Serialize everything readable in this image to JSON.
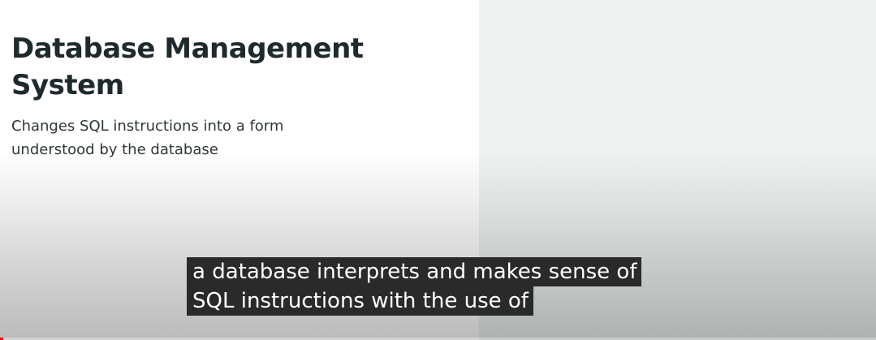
{
  "slide": {
    "title": "Database Management System",
    "subtitle": "Changes SQL instructions into a form understood by the database"
  },
  "captions": {
    "lines": [
      "a database interprets and makes sense of",
      "SQL instructions with the use of"
    ]
  },
  "player": {
    "progress_percent": 0.4
  },
  "colors": {
    "title_text": "#1f2a2c",
    "right_panel": "#eef3f1",
    "caption_background": "#2a2a2a",
    "progress_fill": "#ff0000"
  }
}
